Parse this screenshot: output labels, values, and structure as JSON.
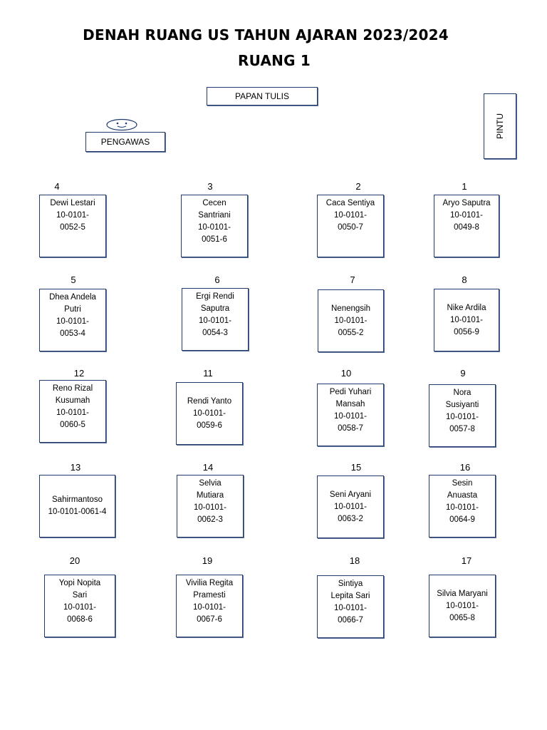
{
  "title_line1": "DENAH RUANG US TAHUN AJARAN 2023/2024",
  "title_line2": "RUANG 1",
  "papan_tulis": "PAPAN TULIS",
  "pengawas": "PENGAWAS",
  "pintu": "PINTU",
  "seats": [
    {
      "number": "4",
      "text": "Dewi Lestari\n10-0101-\n0052-5"
    },
    {
      "number": "3",
      "text": "Cecen\nSantriani\n10-0101-\n0051-6"
    },
    {
      "number": "2",
      "text": "Caca Sentiya\n10-0101-\n0050-7"
    },
    {
      "number": "1",
      "text": "Aryo Saputra\n10-0101-\n0049-8"
    },
    {
      "number": "5",
      "text": "Dhea Andela\nPutri\n10-0101-\n0053-4"
    },
    {
      "number": "6",
      "text": "Ergi Rendi\nSaputra\n10-0101-\n0054-3"
    },
    {
      "number": "7",
      "text": "Nenengsih\n10-0101-\n0055-2"
    },
    {
      "number": "8",
      "text": "Nike Ardila\n10-0101-\n0056-9"
    },
    {
      "number": "12",
      "text": "Reno Rizal\nKusumah\n10-0101-\n0060-5"
    },
    {
      "number": "11",
      "text": "Rendi Yanto\n10-0101-\n0059-6"
    },
    {
      "number": "10",
      "text": "Pedi Yuhari\nMansah\n10-0101-\n0058-7"
    },
    {
      "number": "9",
      "text": "Nora\nSusiyanti\n10-0101-\n0057-8"
    },
    {
      "number": "13",
      "text": "Sahirmantoso\n10-0101-0061-4"
    },
    {
      "number": "14",
      "text": "Selvia\nMutiara\n10-0101-\n0062-3"
    },
    {
      "number": "15",
      "text": "Seni Aryani\n10-0101-\n0063-2"
    },
    {
      "number": "16",
      "text": "Sesin\nAnuasta\n10-0101-\n0064-9"
    },
    {
      "number": "20",
      "text": "Yopi Nopita\nSari\n10-0101-\n0068-6"
    },
    {
      "number": "19",
      "text": "Vivilia Regita\nPramesti\n10-0101-\n0067-6"
    },
    {
      "number": "18",
      "text": "Sintiya\nLepita Sari\n10-0101-\n0066-7"
    },
    {
      "number": "17",
      "text": "Silvia Maryani\n10-0101-\n0065-8"
    }
  ]
}
